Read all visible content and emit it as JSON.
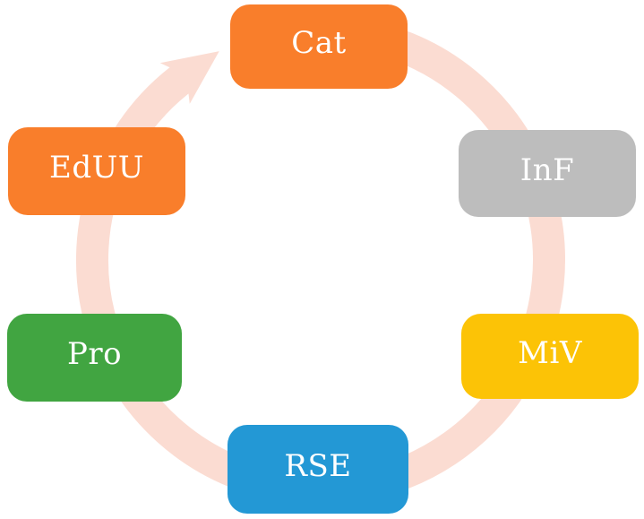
{
  "diagram": {
    "type": "continuous-cycle",
    "direction": "clockwise",
    "background_color": "#ffffff",
    "text_color": "#ffffff",
    "arrow": {
      "color": "#fbdcd2",
      "style": "single continuous circular arrow with one arrowhead pointing clockwise into the top node"
    },
    "nodes": [
      {
        "id": "cat",
        "label": "Cat",
        "color": "#f97e2b",
        "position": "top"
      },
      {
        "id": "inf",
        "label": "InF",
        "color": "#bdbdbd",
        "position": "upper-right"
      },
      {
        "id": "miv",
        "label": "MiV",
        "color": "#fcc306",
        "position": "lower-right"
      },
      {
        "id": "rse",
        "label": "RSE",
        "color": "#2398d5",
        "position": "bottom"
      },
      {
        "id": "pro",
        "label": "Pro",
        "color": "#41a541",
        "position": "lower-left"
      },
      {
        "id": "eduu",
        "label": "EdUU",
        "color": "#f97e2b",
        "position": "upper-left"
      }
    ]
  }
}
